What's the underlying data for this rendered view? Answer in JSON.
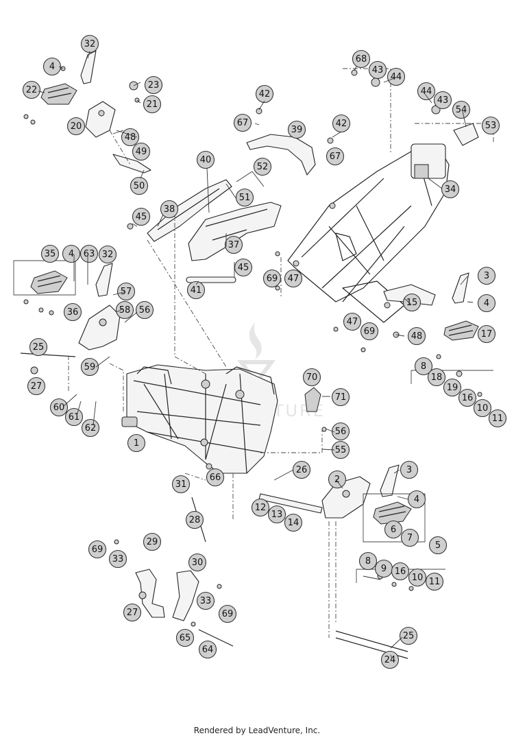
{
  "footer": {
    "text": "Rendered by LeadVenture, Inc."
  },
  "watermark": {
    "text": "LEADVENTURE"
  },
  "callouts": [
    "1",
    "2",
    "3",
    "4",
    "5",
    "6",
    "7",
    "8",
    "9",
    "10",
    "11",
    "12",
    "13",
    "14",
    "15",
    "16",
    "17",
    "18",
    "19",
    "20",
    "21",
    "22",
    "23",
    "24",
    "25",
    "26",
    "27",
    "28",
    "29",
    "30",
    "31",
    "32",
    "33",
    "34",
    "35",
    "36",
    "37",
    "38",
    "39",
    "40",
    "41",
    "42",
    "43",
    "44",
    "45",
    "47",
    "48",
    "49",
    "50",
    "51",
    "52",
    "53",
    "54",
    "55",
    "56",
    "57",
    "58",
    "59",
    "60",
    "61",
    "62",
    "63",
    "64",
    "65",
    "66",
    "67",
    "68",
    "69",
    "70",
    "71"
  ]
}
